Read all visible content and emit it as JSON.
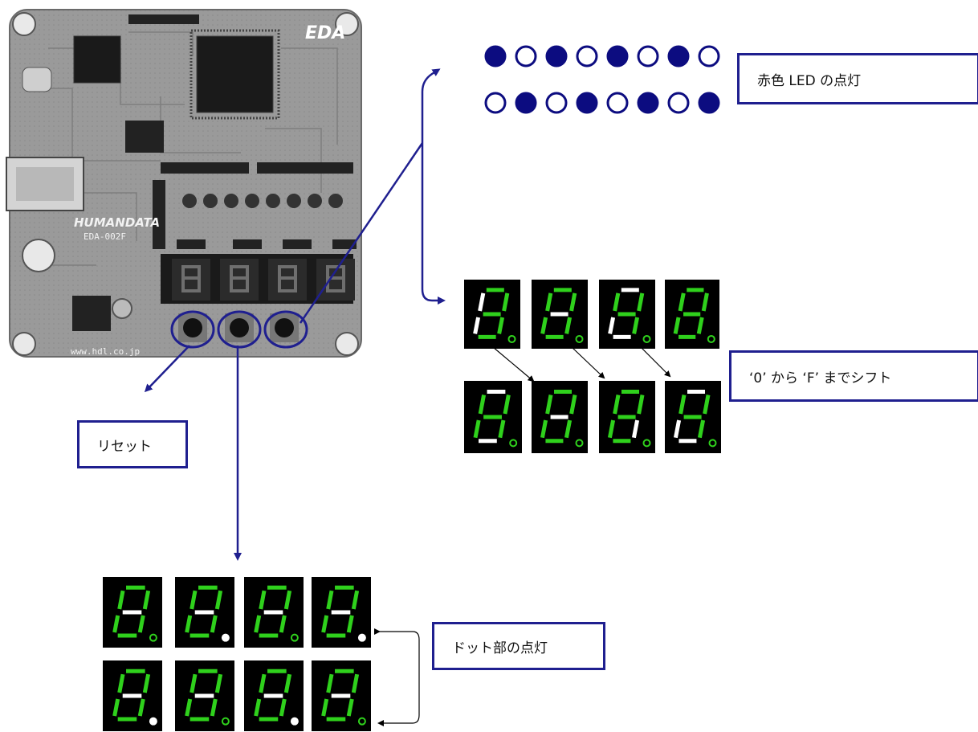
{
  "callouts": {
    "red_led": "赤色 LED の点灯",
    "shift": "‘0’ から ‘F’ までシフト",
    "reset": "リセット",
    "dot": "ドット部の点灯"
  },
  "board": {
    "brand": "EDA",
    "maker": "HUMANDATA",
    "model": "EDA-002F",
    "url": "www.hdl.co.jp"
  },
  "led_pattern": {
    "row1": [
      1,
      0,
      1,
      0,
      1,
      0,
      1,
      0
    ],
    "row2": [
      0,
      1,
      0,
      1,
      0,
      1,
      0,
      1
    ]
  },
  "colors": {
    "arrow": "#1f1f8f",
    "segment_on": "#2fd11c",
    "segment_white": "#ffffff",
    "display_bg": "#000000",
    "led_fill": "#0c0c80"
  }
}
